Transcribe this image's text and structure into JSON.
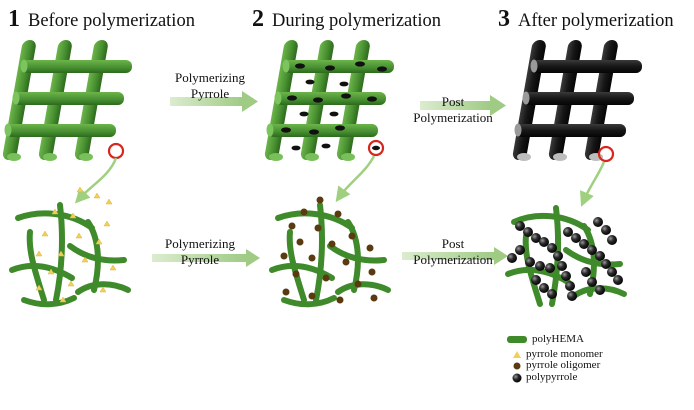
{
  "stages": [
    {
      "number": "1",
      "title": "Before polymerization"
    },
    {
      "number": "2",
      "title": "During polymerization"
    },
    {
      "number": "3",
      "title": "After polymerization"
    }
  ],
  "arrows": {
    "top_left": {
      "line1": "Polymerizing",
      "line2": "Pyrrole"
    },
    "top_right": {
      "line1": "Post",
      "line2": "Polymerization"
    },
    "bottom_left": {
      "line1": "Polymerizing",
      "line2": "Pyrrole"
    },
    "bottom_right": {
      "line1": "Post",
      "line2": "Polymerization"
    }
  },
  "legend": [
    {
      "label": "polyHEMA",
      "symbol": "green-bar",
      "color": "#3f8a2a"
    },
    {
      "label": "pyrrole monomer",
      "symbol": "yellow-triangle",
      "color": "#f2cf5a"
    },
    {
      "label": "pyrrole oligomer",
      "symbol": "brown-dot",
      "color": "#5a3a10"
    },
    {
      "label": "polypyrrole",
      "symbol": "black-sphere",
      "color": "#1a1a1a"
    }
  ],
  "colors": {
    "polyhema": "#4e9a35",
    "polyhema_dark": "#2f6e1e",
    "arrow": "#b8d9a3",
    "highlight_circle": "#d9261c",
    "polypyrrole": "#1c1c1c"
  }
}
